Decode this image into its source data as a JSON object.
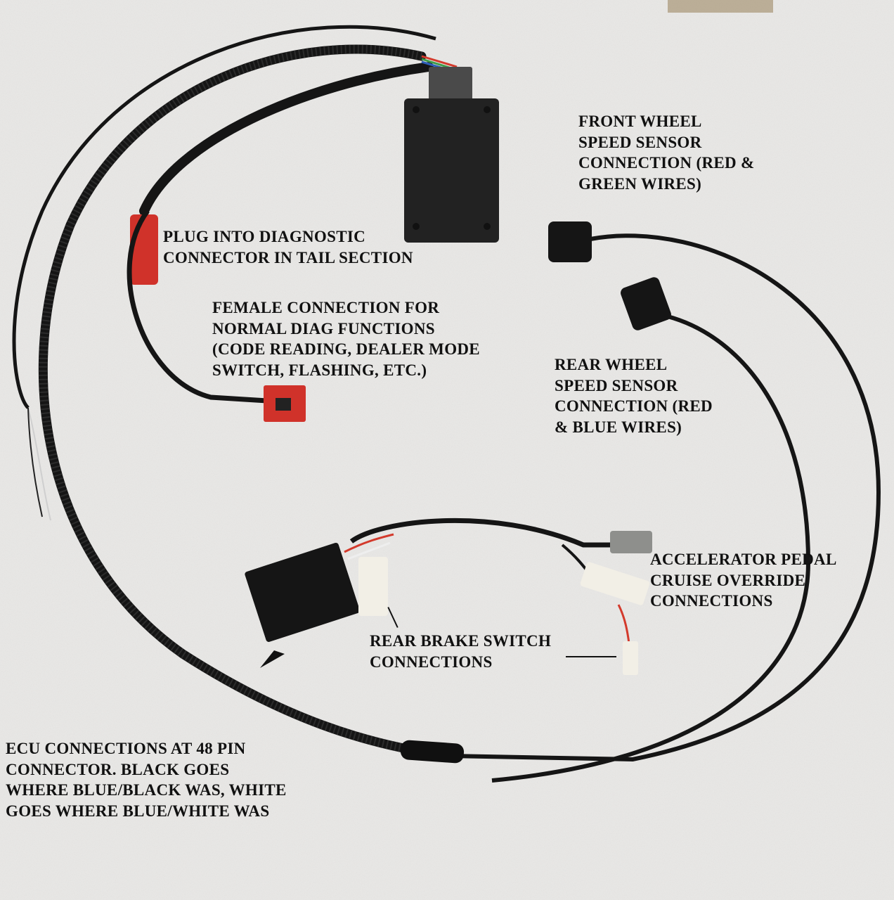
{
  "photo": {
    "colors": {
      "background": "#e9e8e6",
      "cable": "#151515",
      "module": "#222222",
      "red_connector": "#d0322a",
      "white_connector": "#f2efe6",
      "gray_connector": "#8e8f8c",
      "wire_red": "#d33a2c",
      "wire_green": "#3e9c4a",
      "wire_blue": "#2d5fb8"
    }
  },
  "labels": {
    "front_wheel": [
      "FRONT WHEEL",
      "SPEED SENSOR",
      "CONNECTION (RED &",
      "GREEN WIRES)"
    ],
    "diag_plug": [
      "PLUG INTO DIAGNOSTIC",
      "CONNECTOR IN TAIL SECTION"
    ],
    "female_diag": [
      "FEMALE CONNECTION FOR",
      "NORMAL DIAG FUNCTIONS",
      "(CODE READING, DEALER MODE",
      "SWITCH, FLASHING, ETC.)"
    ],
    "rear_wheel": [
      "REAR WHEEL",
      "SPEED SENSOR",
      "CONNECTION (RED",
      "& BLUE WIRES)"
    ],
    "accelerator": [
      "ACCELERATOR PEDAL",
      "CRUISE OVERRIDE",
      "CONNECTIONS"
    ],
    "rear_brake": [
      "REAR BRAKE SWITCH",
      "CONNECTIONS"
    ],
    "ecu": [
      "ECU CONNECTIONS AT 48 PIN",
      "CONNECTOR.  BLACK GOES",
      "WHERE BLUE/BLACK WAS, WHITE",
      "GOES WHERE BLUE/WHITE WAS"
    ]
  }
}
